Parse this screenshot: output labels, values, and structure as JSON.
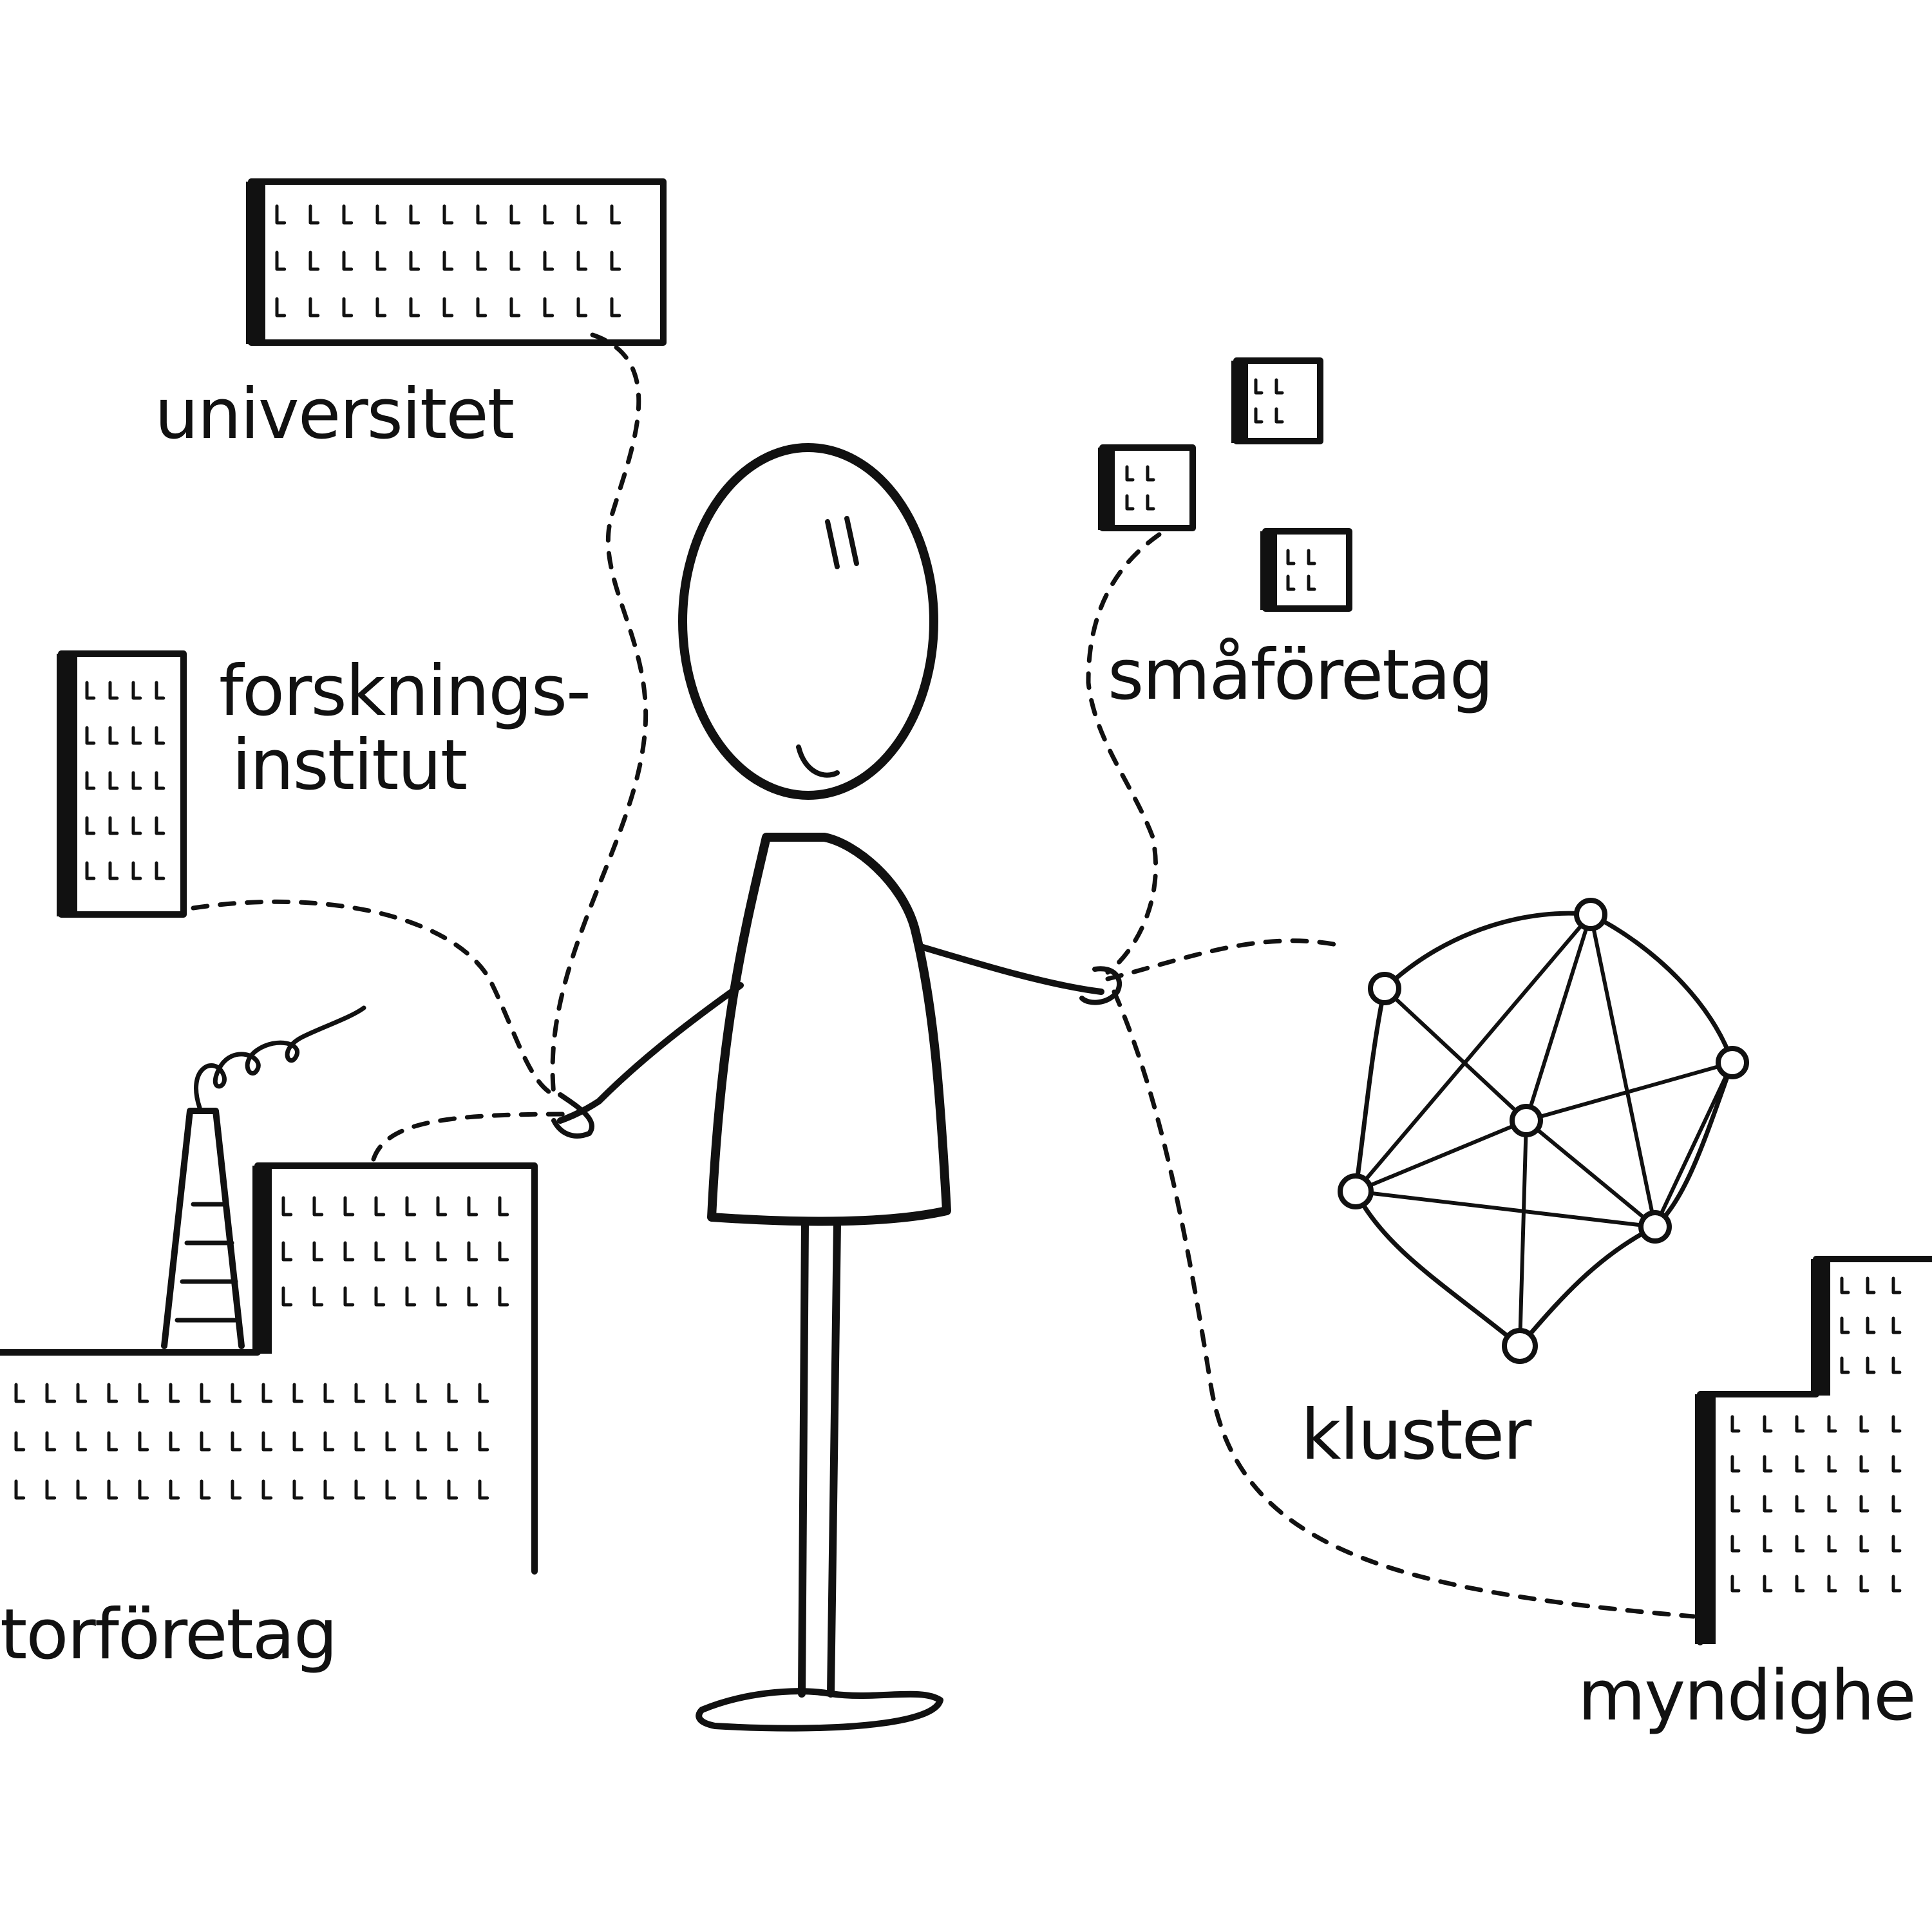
{
  "labels": {
    "universitet": "universitet",
    "forskningsinstitut_line1": "forsknings-",
    "forskningsinstitut_line2": "institut",
    "smaforetag": "småföretag",
    "storforetag": "torföretag",
    "kluster": "kluster",
    "myndighet": "myndighe"
  },
  "colors": {
    "ink": "#111111",
    "paper": "#ffffff"
  }
}
